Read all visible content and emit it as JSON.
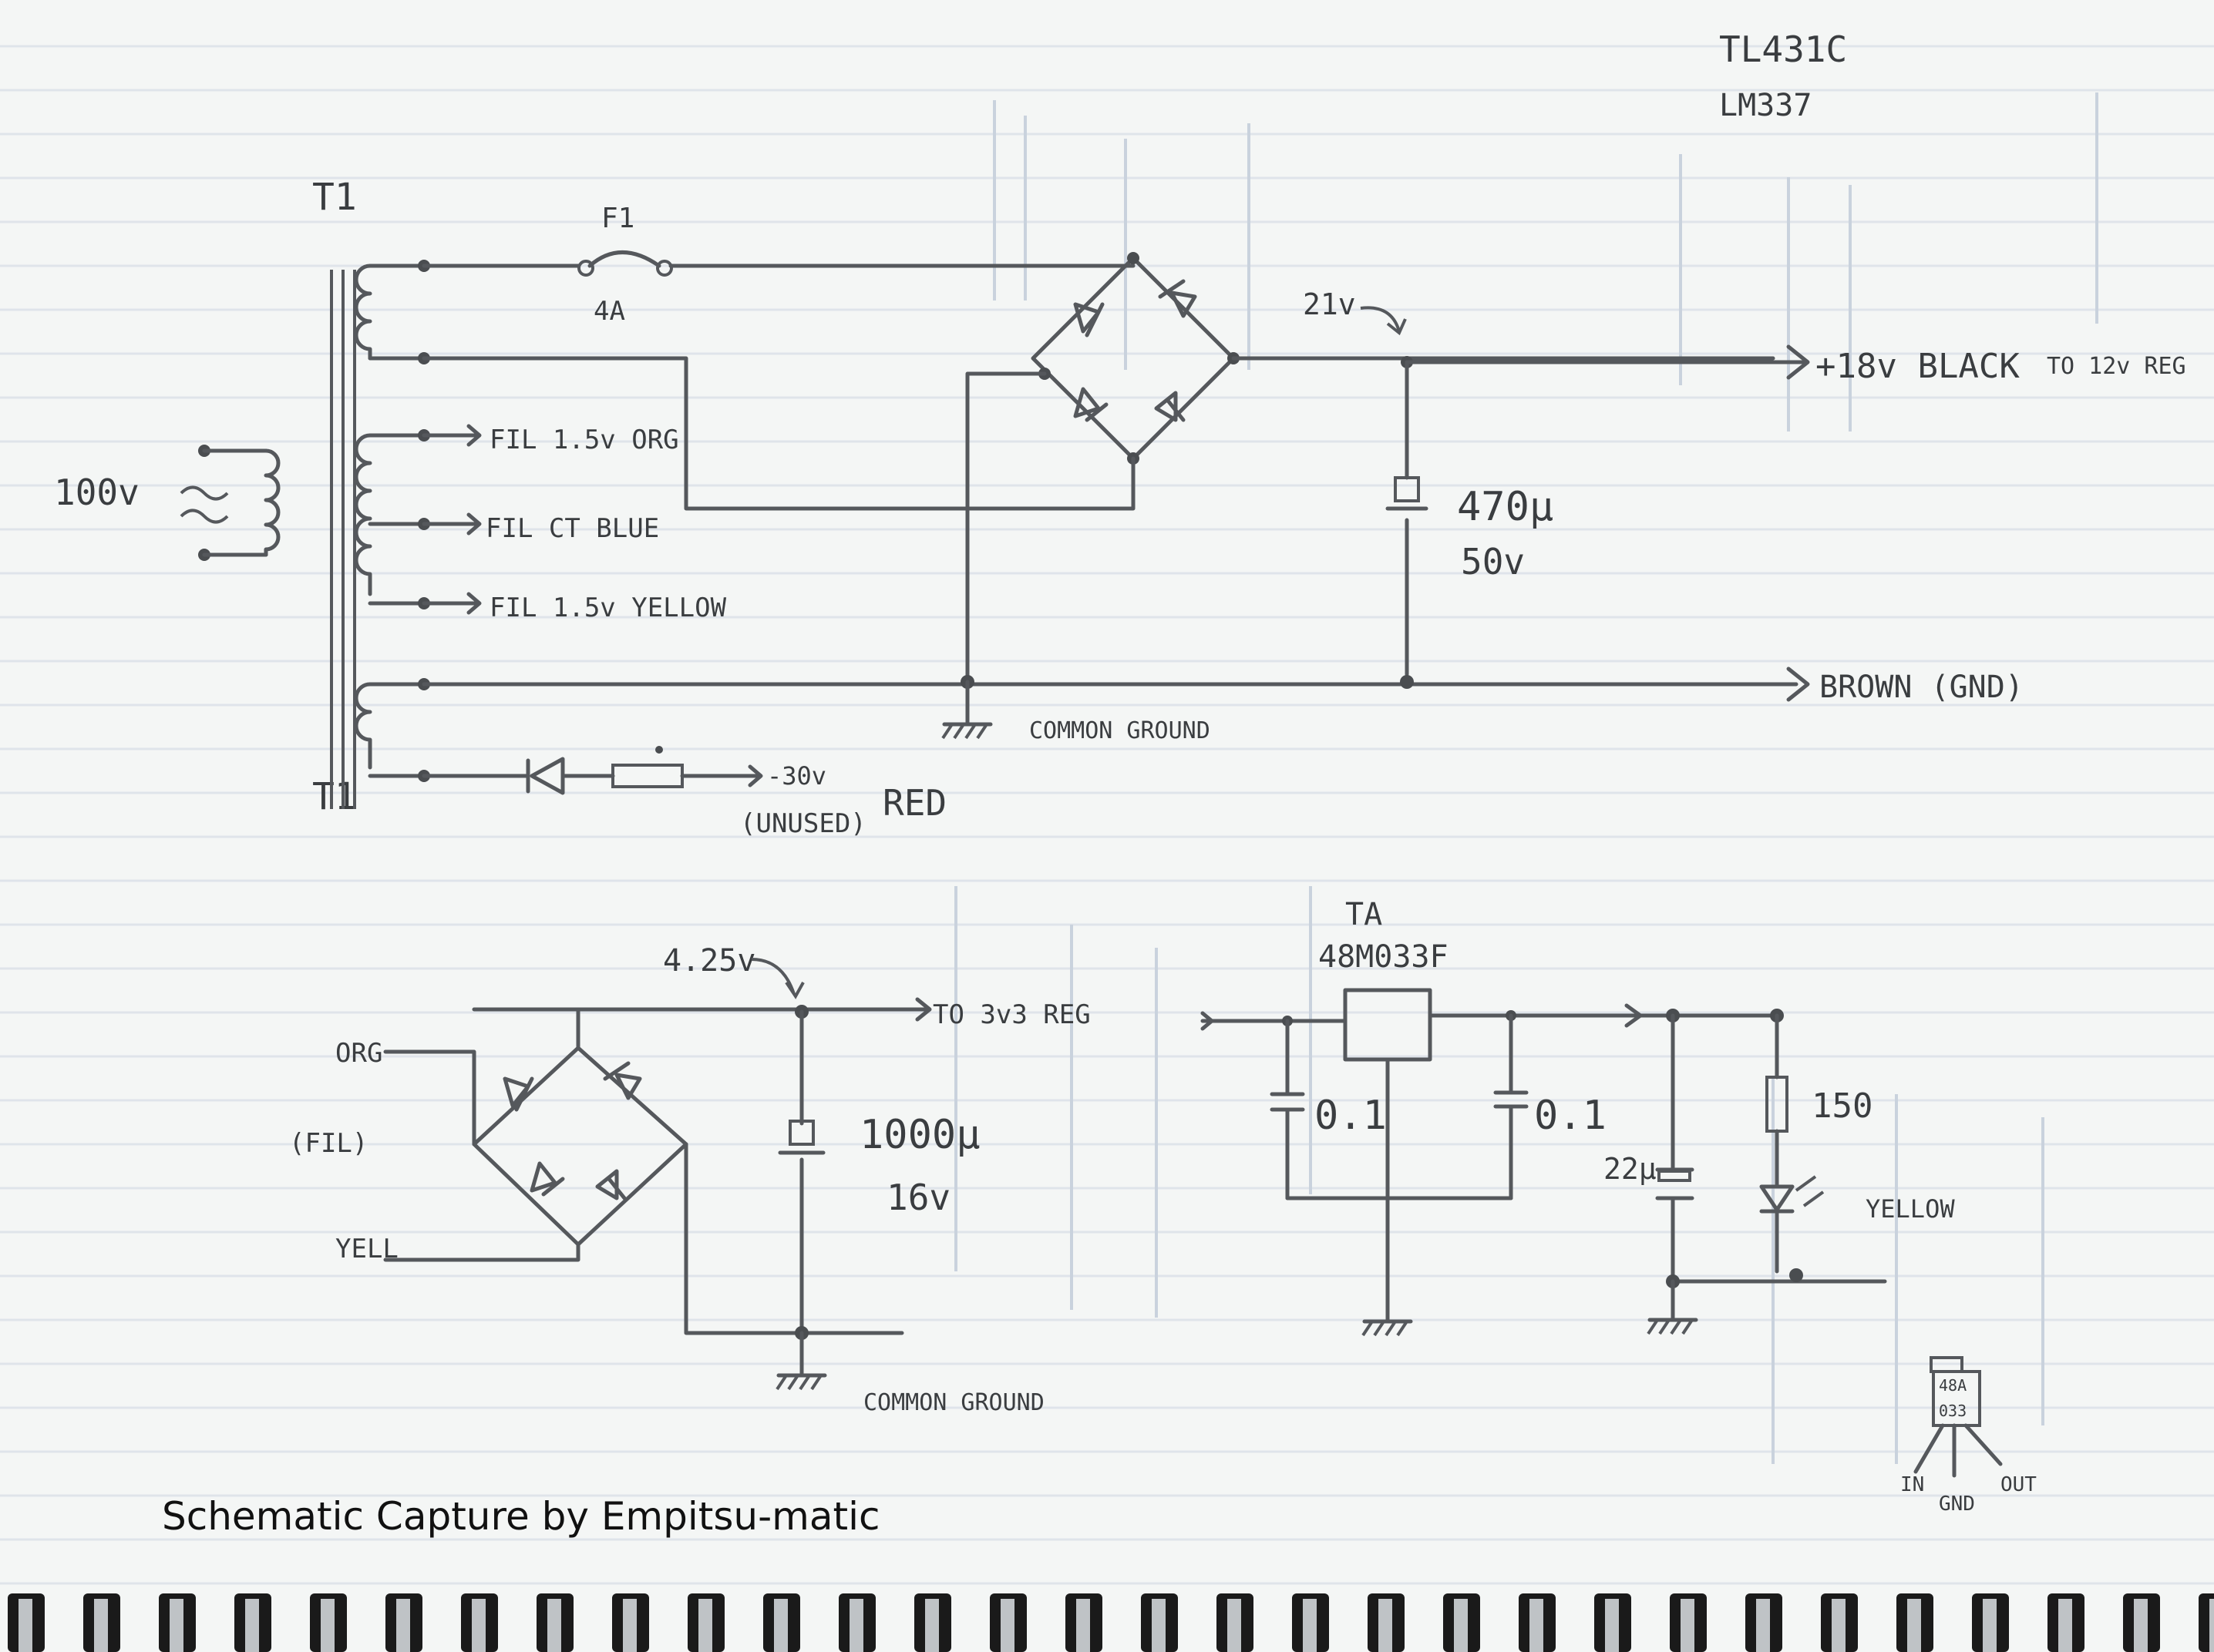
{
  "notes": {
    "top_right_line1": "TL431C",
    "top_right_line2": "LM337"
  },
  "transformer": {
    "label": "T1",
    "primary_voltage": "100v"
  },
  "fuse": {
    "label": "F1",
    "rating": "4A"
  },
  "filament_taps": {
    "orange": "FIL 1.5v ORG",
    "center": "FIL CT BLUE",
    "yellow": "FIL 1.5v YELLOW"
  },
  "main_supply": {
    "node_voltage": "21v",
    "output_label": "+18v BLACK",
    "output_note": "TO 12v REG",
    "cap_value": "470µ",
    "cap_voltage": "50v",
    "gnd_output": "BROWN (GND)",
    "ground_label": "COMMON GROUND"
  },
  "neg_tap": {
    "voltage": "-30v",
    "status": "(UNUSED)",
    "color_label": "RED"
  },
  "fil_supply": {
    "in_top": "ORG",
    "in_mid": "(FIL)",
    "in_bot": "YELL",
    "node_voltage": "4.25v",
    "output_label": "TO 3v3 REG",
    "cap_value": "1000µ",
    "cap_voltage": "16v",
    "ground_label": "COMMON GROUND"
  },
  "regulator": {
    "name": "TA",
    "part": "48M033F",
    "cap_in": "0.1",
    "cap_out": "0.1",
    "cap_bulk": "22µ",
    "resistor": "150",
    "led": "YELLOW"
  },
  "pinout": {
    "body_line1": "48A",
    "body_line2": "033",
    "pin_in": "IN",
    "pin_gnd": "GND",
    "pin_out": "OUT"
  },
  "caption": "Schematic Capture by Empitsu-matic",
  "colors": {
    "paper": "#f4f6f5",
    "pencil": "#55585c",
    "ruled_line": "#dfe4ea",
    "caption": "#111111"
  }
}
